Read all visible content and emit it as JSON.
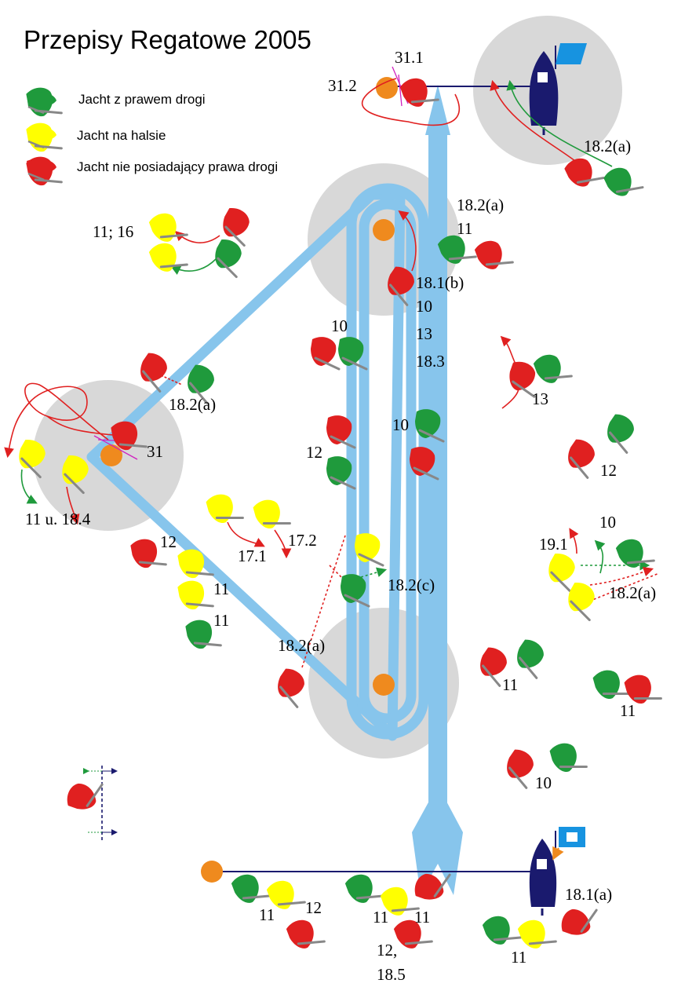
{
  "title": "Przepisy Regatowe 2005",
  "legend": [
    {
      "label": "Jacht z prawem drogi",
      "color": "#1f9a3c"
    },
    {
      "label": "Jacht na halsie",
      "color": "#ffff00"
    },
    {
      "label": "Jacht nie posiadający prawa drogi",
      "color": "#e02020"
    }
  ],
  "colors": {
    "green": "#1f9a3c",
    "yellow": "#ffff00",
    "red": "#e02020",
    "course": "#87c5ec",
    "zone": "#d8d8d8",
    "mark": "#ef8a1e",
    "committee": "#1a1a6e",
    "flag": "#1793e0"
  },
  "icons": [
    "yacht-icon",
    "committee-boat-icon",
    "mark-buoy-icon",
    "flag-icon",
    "arrow-icon"
  ],
  "rules": {
    "r31_1": "31.1",
    "r31_2": "31.2",
    "r18_2a_top": "18.2(a)",
    "r18_2a_col": "18.2(a)",
    "r11_col": "11",
    "r18_1b": "18.1(b)",
    "r10_col": "10",
    "r13_col": "13",
    "r18_3": "18.3",
    "r11_16": "11; 16",
    "r10_left": "10",
    "r18_2a_left": "18.2(a)",
    "r13_right": "13",
    "r31": "31",
    "r10_mid": "10",
    "r12_left": "12",
    "r12_right": "12",
    "r11u_18_4": "11 u. 18.4",
    "r17_2": "17.2",
    "r17_1": "17.1",
    "r12_low": "12",
    "r11_low1": "11",
    "r11_low2": "11",
    "r18_2c": "18.2(c)",
    "r10_right": "10",
    "r19_1": "19.1",
    "r18_2a_right": "18.2(a)",
    "r18_2a_bottom": "18.2(a)",
    "r11_r1": "11",
    "r11_r2": "11",
    "r10_r3": "10",
    "r11_start1": "11",
    "r12_start": "12",
    "r11_start2": "11",
    "r11_start3": "11",
    "r12_bottom": "12,",
    "r18_5": "18.5",
    "r18_1a": "18.1(a)",
    "r11_bottom": "11"
  }
}
